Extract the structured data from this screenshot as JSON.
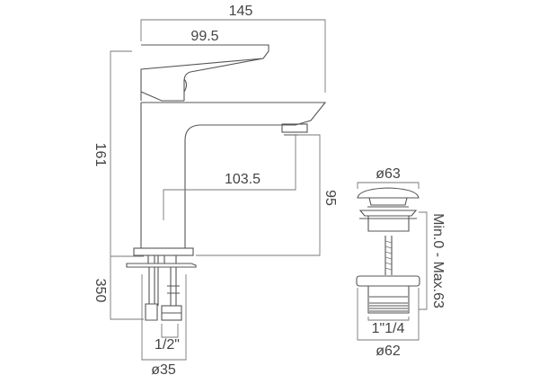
{
  "dimensions": {
    "overall_width": "145",
    "handle_length": "99.5",
    "overall_height": "161",
    "spout_reach": "103.5",
    "spout_height": "95",
    "hose_length": "350",
    "connector_size": "1/2\"",
    "base_diameter": "ø35",
    "waste_cap_diameter": "ø63",
    "waste_range": "Min.0 - Max.63",
    "waste_thread": "1\"1/4",
    "waste_flange_diameter": "ø62"
  },
  "colors": {
    "line": "#555555",
    "dimension": "#777777",
    "text": "#444444"
  }
}
